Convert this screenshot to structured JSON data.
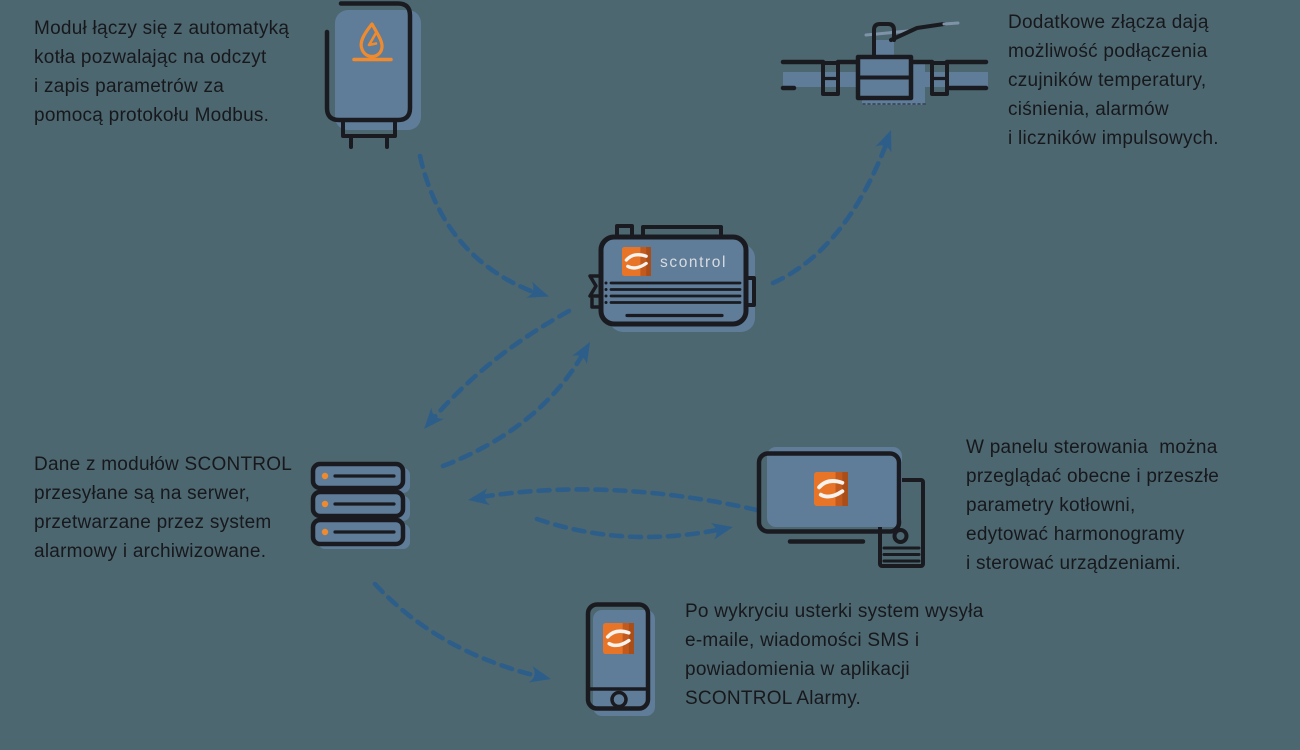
{
  "diagram": {
    "module_label": "scontrol",
    "texts": {
      "boiler": {
        "lines": [
          "Moduł łączy się z automatyką",
          "kotła pozwalając na odczyt",
          "i zapis parametrów za",
          "pomocą protokołu Modbus."
        ]
      },
      "connectors": {
        "lines": [
          "Dodatkowe złącza dają",
          "możliwość podłączenia",
          "czujników temperatury,",
          "ciśnienia, alarmów",
          "i liczników impulsowych."
        ]
      },
      "server": {
        "lines": [
          "Dane z modułów SCONTROL",
          "przesyłane są na serwer,",
          "przetwarzane przez system",
          "alarmowy i archiwizowane."
        ]
      },
      "panel": {
        "lines": [
          "W panelu sterowania  można",
          "przeglądać obecne i przeszłe",
          "parametry kotłowni,",
          "edytować harmonogramy",
          "i sterować urządzeniami."
        ]
      },
      "alerts": {
        "lines": [
          "Po wykryciu usterki system wysyła",
          "e-maile, wiadomości SMS i",
          "powiadomienia w aplikacji",
          "SCONTROL Alarmy."
        ]
      }
    },
    "icons": [
      "boiler-icon",
      "valve-icon",
      "scontrol-module-icon",
      "server-icon",
      "monitor-icon",
      "phone-icon",
      "scontrol-logo-icon"
    ],
    "colors": {
      "background": "#4c6770",
      "icon_fill": "#5f7d99",
      "icon_fill_light": "#7e93a8",
      "outline": "#1a1b20",
      "accent_orange": "#f08a2e",
      "logo_orange": "#e87527",
      "logo_orange_dark": "#c25a1e",
      "arrow_blue": "#2d5e8a",
      "text": "#17181c",
      "module_label_color": "#d8dce1"
    }
  }
}
